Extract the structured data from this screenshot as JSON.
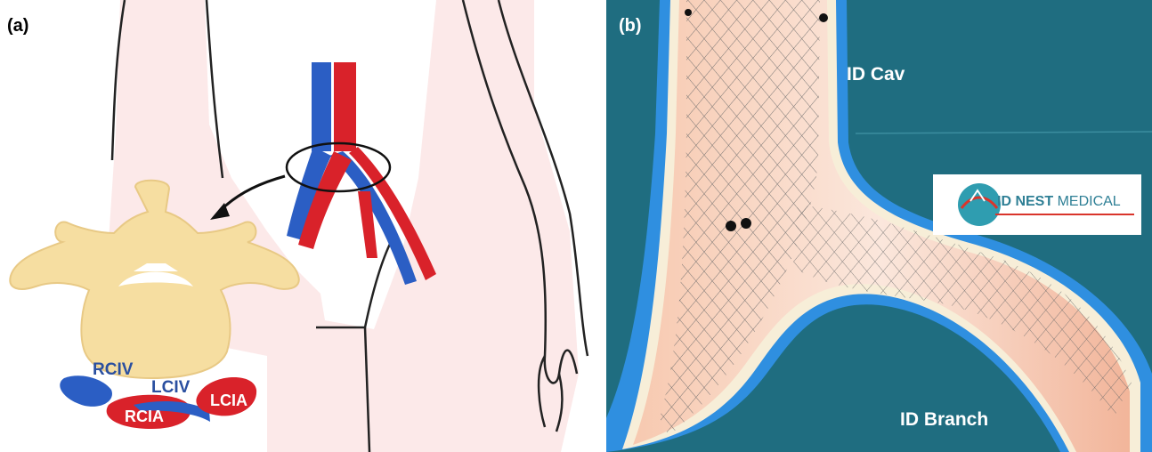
{
  "panel_a": {
    "letter": "(a)",
    "labels": {
      "rciv": "RCIV",
      "lciv": "LCIV",
      "rcia": "RCIA",
      "lcia": "LCIA"
    },
    "colors": {
      "artery": "#d9222a",
      "vein": "#2b5ec4",
      "bone": "#f6dea1",
      "skin": "#fbe3e3"
    }
  },
  "panel_b": {
    "letter": "(b)",
    "labels": {
      "id_cav": "ID Cav",
      "id_branch": "ID Branch"
    },
    "logo": {
      "brand_bold": "ID NEST",
      "brand_light": "MEDICAL"
    },
    "colors": {
      "background": "#1f6d80",
      "vessel_wall": "#2f8fe0",
      "stent": "#666666"
    }
  }
}
